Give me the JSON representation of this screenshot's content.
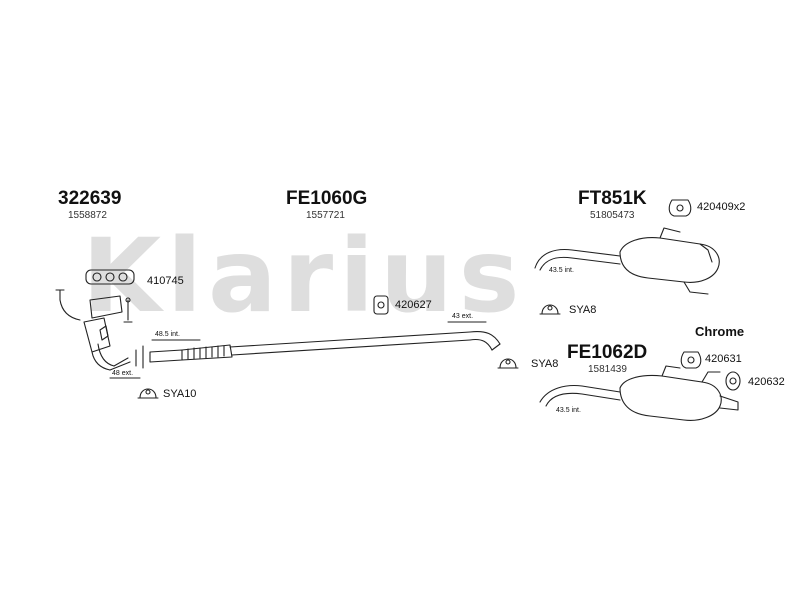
{
  "watermark": "Klarius",
  "groups": {
    "catalyst": {
      "part_number": "322639",
      "oe_number": "1558872"
    },
    "middle": {
      "part_number": "FE1060G",
      "oe_number": "1557721"
    },
    "rear_upper": {
      "part_number": "FT851K",
      "oe_number": "51805473"
    },
    "rear_lower": {
      "part_number": "FE1062D",
      "oe_number": "1581439"
    }
  },
  "accessories": {
    "gasket": "410745",
    "clamp": "420627",
    "sya10": "SYA10",
    "sya8_upper": "SYA8",
    "sya8_middle": "SYA8",
    "rubber_upper": "420409x2",
    "rubber_lower_1": "420631",
    "rubber_lower_2": "420632"
  },
  "dimensions": {
    "d1": "48.5 int.",
    "d2": "48 ext.",
    "d3": "43 ext.",
    "d4": "43.5 int.",
    "d5": "43.5 int."
  },
  "notes": {
    "chrome": "Chrome"
  }
}
